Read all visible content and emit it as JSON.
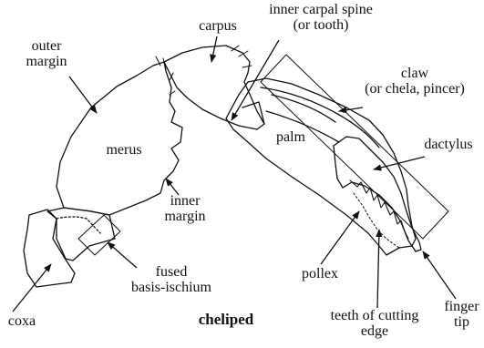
{
  "diagram": {
    "title": "cheliped",
    "labels": {
      "outer_margin": [
        "outer",
        "margin"
      ],
      "carpus": "carpus",
      "inner_carpal_spine": [
        "inner carpal spine",
        "(or tooth)"
      ],
      "claw": [
        "claw",
        "(or chela, pincer)"
      ],
      "merus": "merus",
      "palm": "palm",
      "dactylus": "dactylus",
      "inner_margin": [
        "inner",
        "margin"
      ],
      "fused_basis_ischium": [
        "fused",
        "basis-ischium"
      ],
      "pollex": "pollex",
      "coxa": "coxa",
      "teeth_of_cutting_edge": [
        "teeth of cutting",
        "edge"
      ],
      "finger_tip": [
        "finger",
        "tip"
      ]
    }
  }
}
